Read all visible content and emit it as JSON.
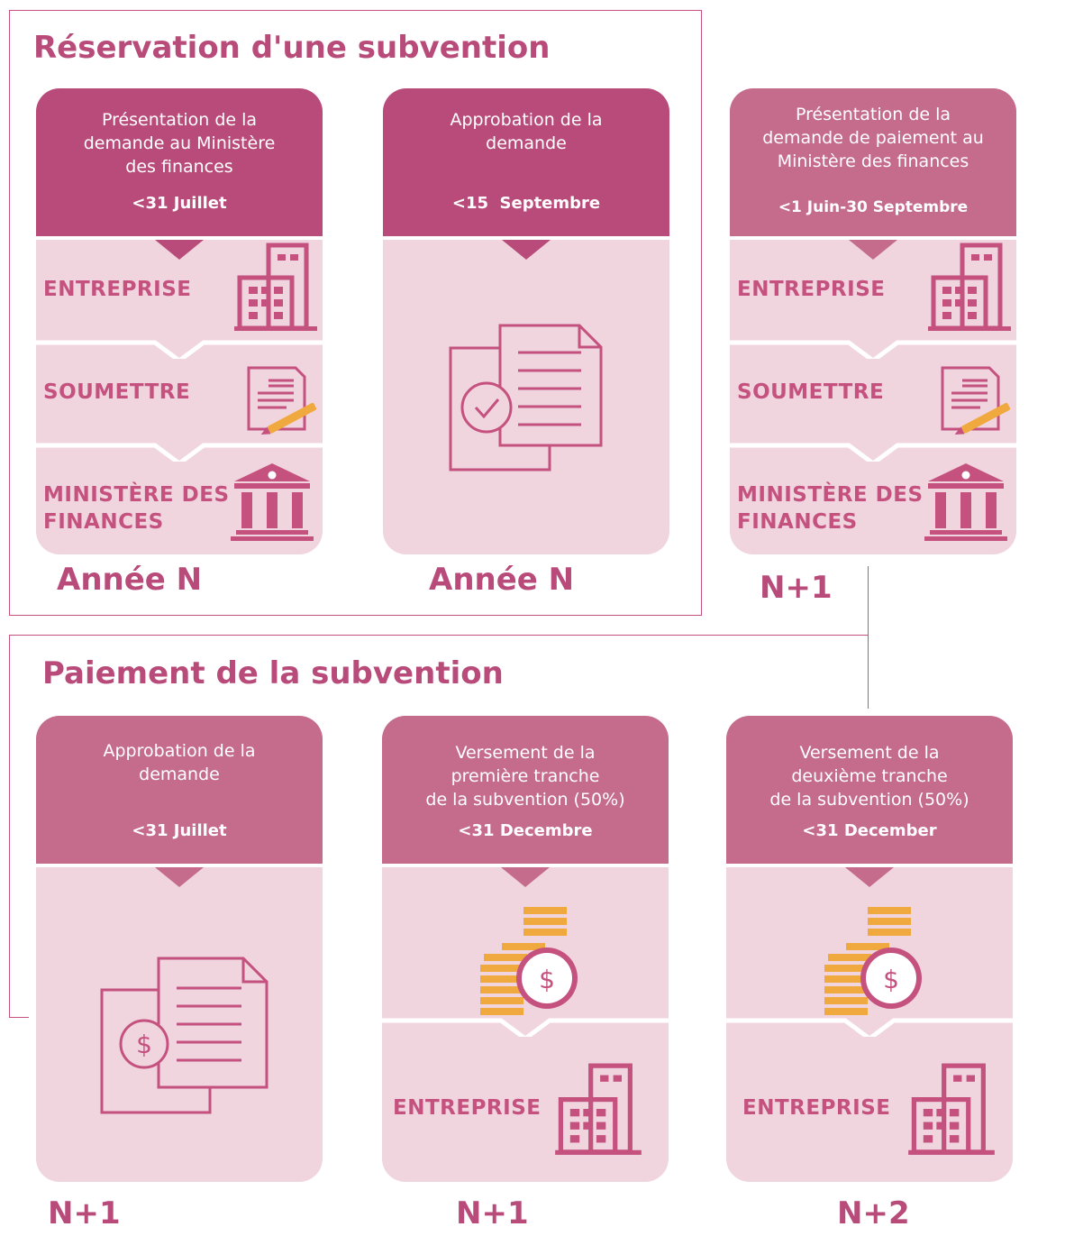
{
  "reservation": {
    "title": "Réservation d'une subvention",
    "cards": [
      {
        "head_lines": [
          "Présentation de la",
          "demande au Ministère",
          "des finances"
        ],
        "date": "<31 Juillet",
        "steps": [
          "ENTREPRISE",
          "SOUMETTRE",
          "MINISTÈRE DES FINANCES"
        ],
        "step_icons": [
          "building-icon",
          "signed-document-icon",
          "bank-icon"
        ],
        "year": "Année N"
      },
      {
        "head_lines": [
          "Approbation de la",
          "demande"
        ],
        "date": "<15  Septembre",
        "icon": "approved-documents-icon",
        "year": "Année N"
      }
    ]
  },
  "payment_request": {
    "head_lines": [
      "Présentation de la",
      "demande de paiement au",
      "Ministère des finances"
    ],
    "date": "<1 Juin-30 Septembre",
    "steps": [
      "ENTREPRISE",
      "SOUMETTRE",
      "MINISTÈRE DES FINANCES"
    ],
    "step_icons": [
      "building-icon",
      "signed-document-icon",
      "bank-icon"
    ],
    "year": "N+1"
  },
  "payment": {
    "title": "Paiement de la subvention",
    "cards": [
      {
        "head_lines": [
          "Approbation de la",
          "demande"
        ],
        "date": "<31 Juillet",
        "icon": "dollar-documents-icon",
        "year": "N+1"
      },
      {
        "head_lines": [
          "Versement de la",
          "première tranche",
          "de la subvention (50%)"
        ],
        "date": "<31 Decembre",
        "icon": "coins-icon",
        "steps": [
          "ENTREPRISE"
        ],
        "year": "N+1"
      },
      {
        "head_lines": [
          "Versement de la",
          "deuxième tranche",
          "de la subvention (50%)"
        ],
        "date": "<31 December",
        "icon": "coins-icon",
        "steps": [
          "ENTREPRISE"
        ],
        "year": "N+2"
      }
    ]
  },
  "colors": {
    "head_dark": "#b94b7a",
    "head_light": "#c56b8c",
    "body": "#f0d5de",
    "accent": "#c5517f",
    "coin": "#f0a93f"
  }
}
